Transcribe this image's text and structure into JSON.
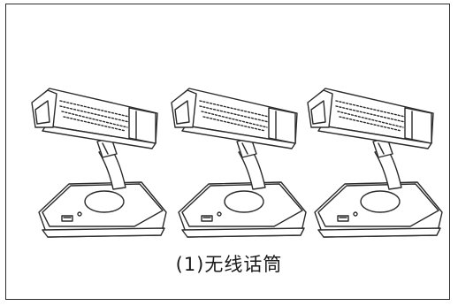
{
  "caption": "(1)无线话筒",
  "illustrations": [
    {
      "name": "wireless-microphone-1"
    },
    {
      "name": "wireless-microphone-2"
    },
    {
      "name": "wireless-microphone-3"
    }
  ],
  "colors": {
    "line": "#2b2b2b",
    "background": "#ffffff"
  }
}
